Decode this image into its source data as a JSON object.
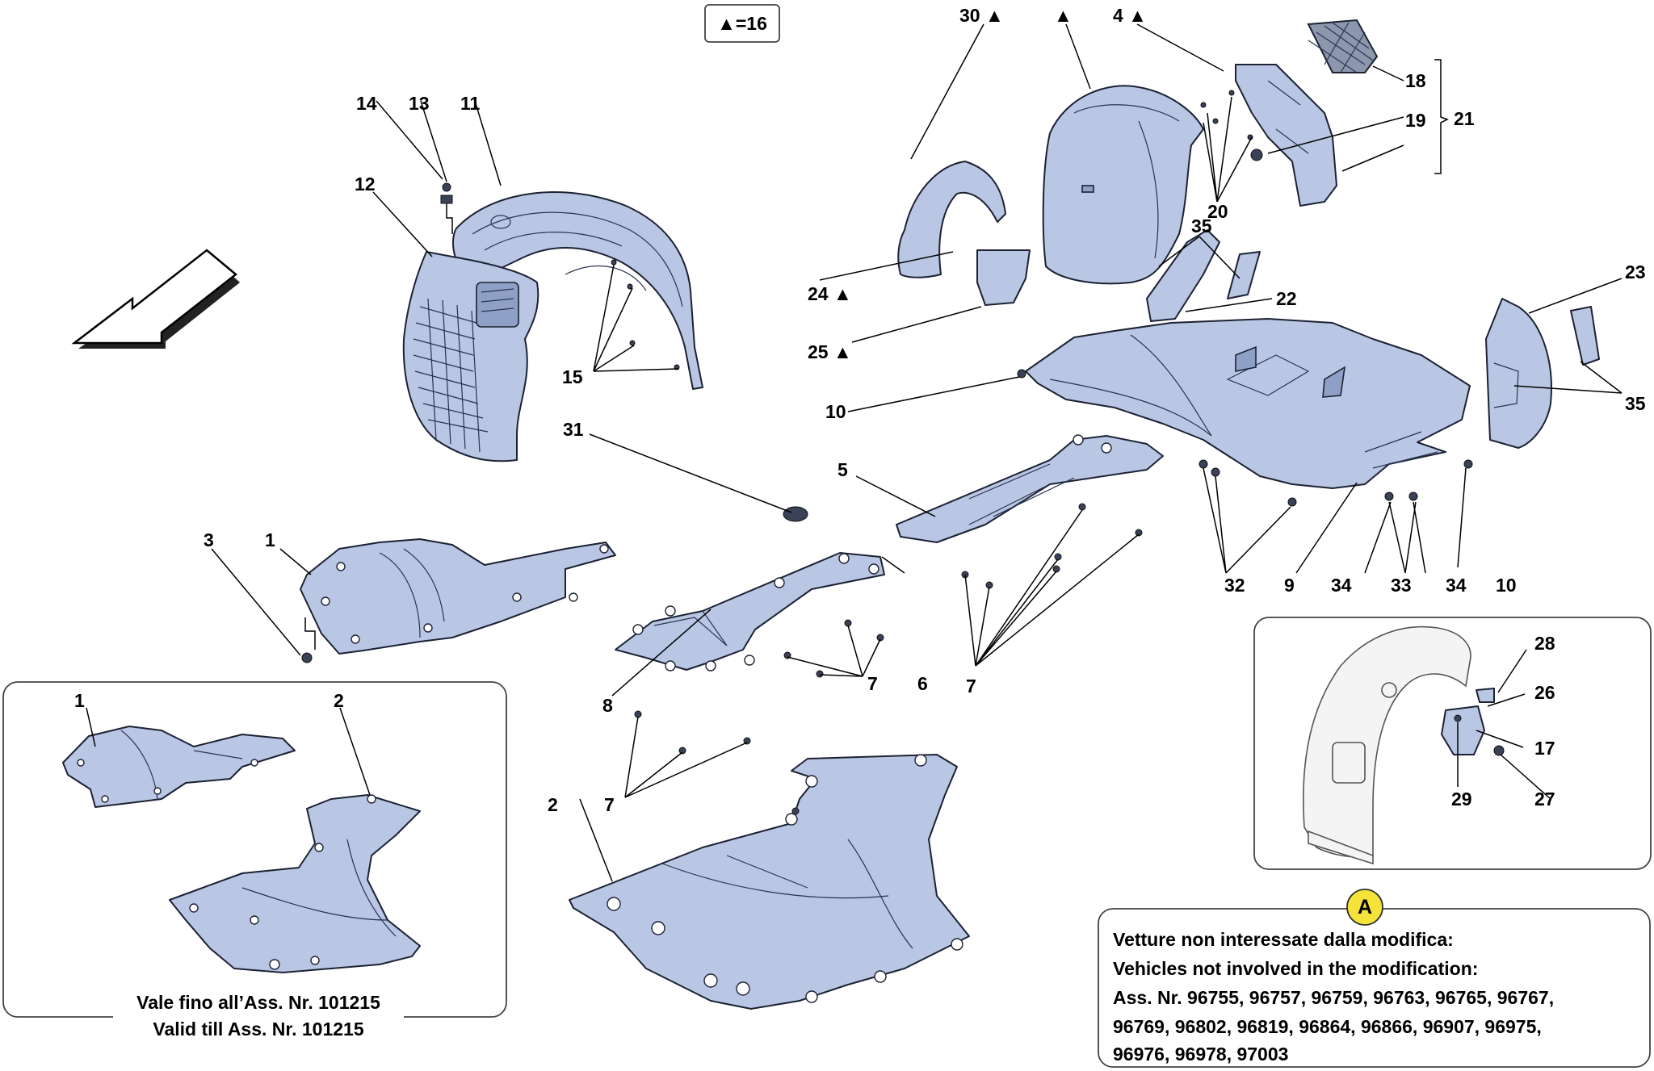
{
  "header_note": "▲=16",
  "callouts": {
    "c1": "1",
    "c2": "2",
    "c3": "3",
    "c4": "4 ▲",
    "c5": "5",
    "c6": "6",
    "c7": "7",
    "c8": "8",
    "c9": "9",
    "c10": "10",
    "c11": "11",
    "c12": "12",
    "c13": "13",
    "c14": "14",
    "c15": "15",
    "c17": "17",
    "c18": "18",
    "c19": "19",
    "c20": "20",
    "c21": "21",
    "c22": "22",
    "c23": "23",
    "c24": "24 ▲",
    "c25": "25 ▲",
    "c26": "26",
    "c27": "27",
    "c28": "28",
    "c29": "29",
    "c30": "30 ▲",
    "c31": "31",
    "c32": "32",
    "c33": "33",
    "c34": "34",
    "c35": "35",
    "triangle": "▲"
  },
  "inset_left": {
    "line1": "Vale fino all’Ass. Nr. 101215",
    "line2": "Valid till Ass. Nr. 101215"
  },
  "note_a": {
    "badge": "A",
    "lines": [
      "Vetture non interessate dalla modifica:",
      "Vehicles not involved in the modification:",
      "Ass. Nr. 96755, 96757, 96759, 96763, 96765, 96767,",
      "96769, 96802, 96819, 96864, 96866, 96907, 96975,",
      "96976, 96978, 97003"
    ]
  },
  "colors": {
    "part_fill": "#b9c6e4",
    "badge_fill": "#f5e33a"
  },
  "icons": {
    "direction": "arrow-left-down-icon"
  }
}
